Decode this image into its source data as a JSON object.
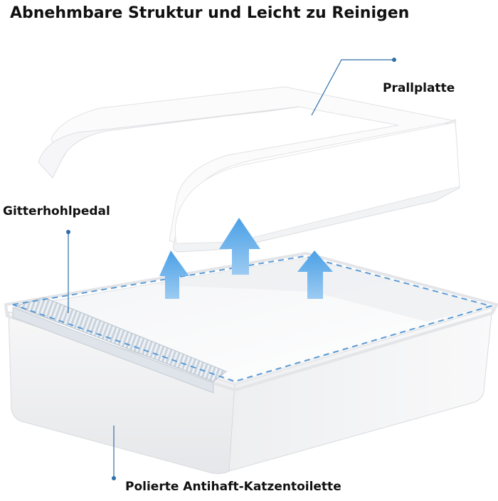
{
  "title": "Abnehmbare Struktur und Leicht zu Reinigen",
  "labels": {
    "deflector": "Prallplatte",
    "pedal": "Gitterhohlpedal",
    "litter_box": "Polierte Antihaft-Katzentoilette"
  },
  "colors": {
    "arrow": "#3b8fd8",
    "dashed_outline": "#5b9bd5",
    "leader_line": "#2f6ea8",
    "text": "#111111"
  },
  "icons": {
    "arrows": [
      "up-arrow-icon",
      "up-arrow-icon",
      "up-arrow-icon"
    ]
  }
}
